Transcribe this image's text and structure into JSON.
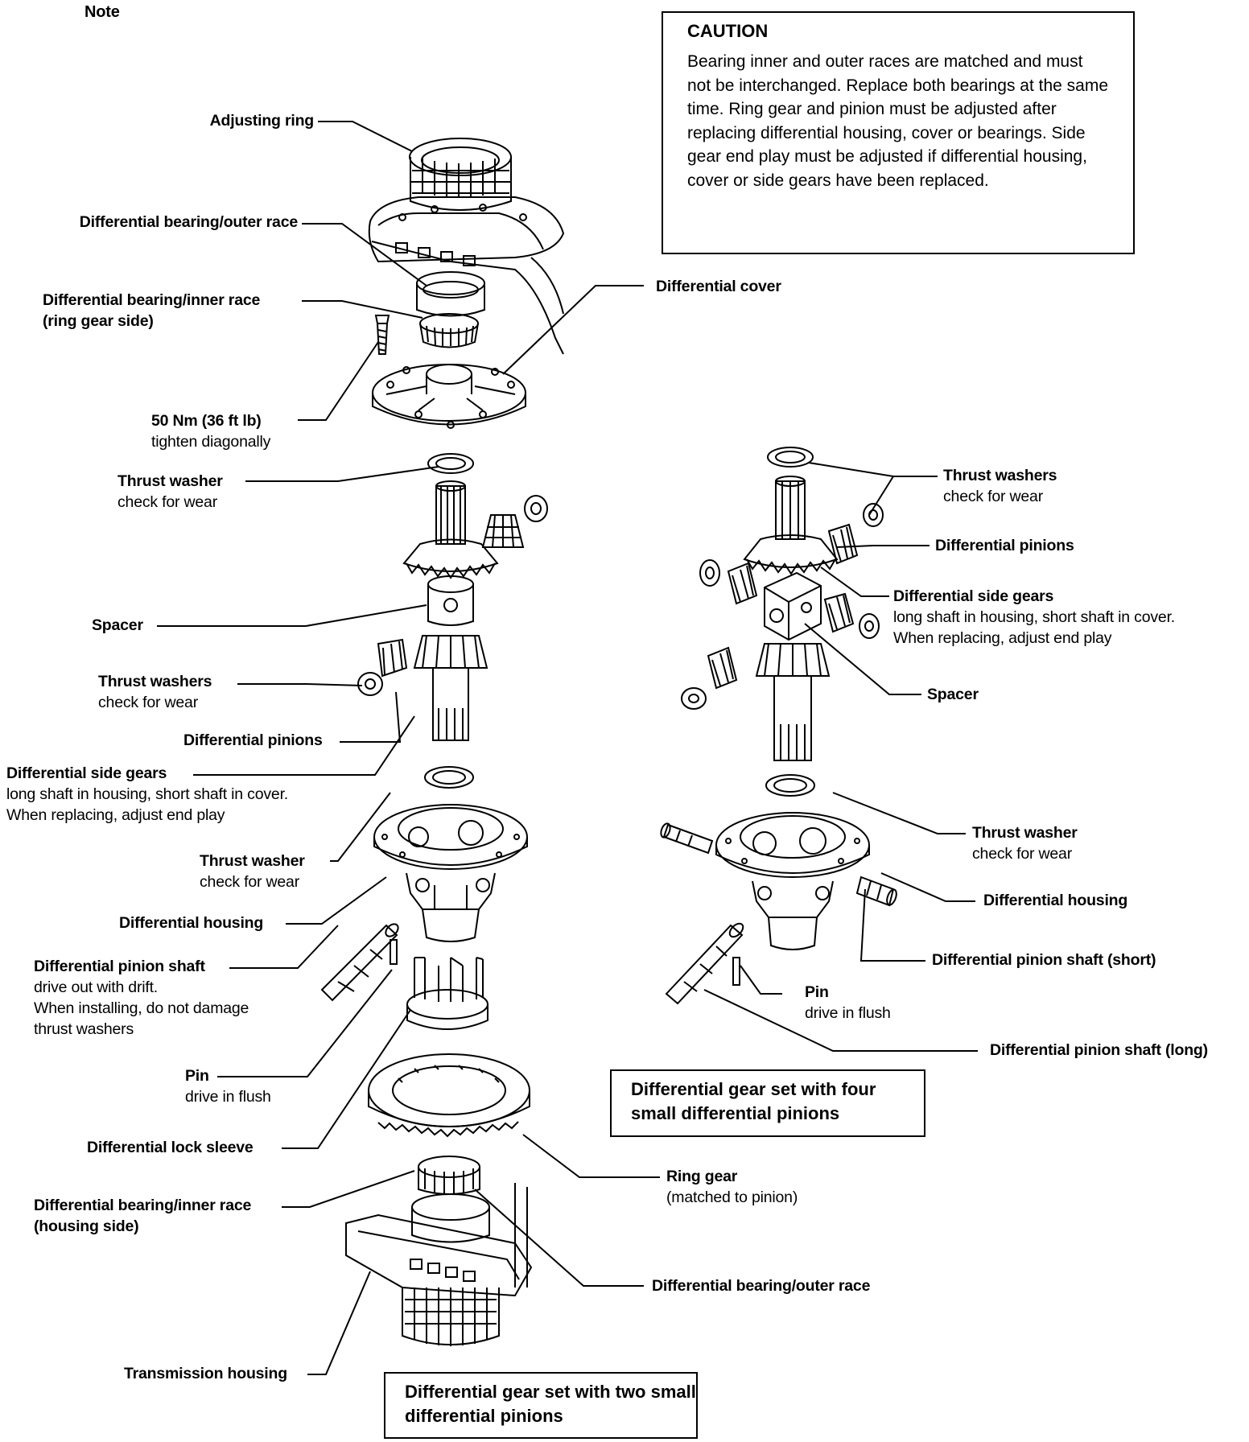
{
  "note": "Note",
  "caution": {
    "title": "CAUTION",
    "body": "Bearing inner and outer races are matched and must not be interchanged. Replace both bearings at the same time. Ring gear and pinion must be adjusted after replacing differential housing, cover or bearings. Side gear end play must be adjusted if differential housing, cover or side gears have been replaced."
  },
  "left_labels": {
    "adjusting_ring": "Adjusting ring",
    "outer_race_top": "Differential bearing/outer race",
    "inner_race_top": "Differential bearing/inner race",
    "inner_race_top_sub": "(ring gear side)",
    "cover": "Differential cover",
    "torque": "50 Nm (36 ft lb)",
    "torque_sub": "tighten diagonally",
    "thrust_washer_top": "Thrust washer",
    "thrust_washer_top_sub": "check for wear",
    "spacer": "Spacer",
    "thrust_washers": "Thrust washers",
    "thrust_washers_sub": "check for wear",
    "pinions": "Differential pinions",
    "side_gears": "Differential side gears",
    "side_gears_sub1": "long shaft in housing, short shaft in cover.",
    "side_gears_sub2": "When replacing, adjust end play",
    "thrust_washer_low": "Thrust washer",
    "thrust_washer_low_sub": "check for wear",
    "housing": "Differential housing",
    "pinion_shaft": "Differential pinion shaft",
    "pinion_shaft_sub1": "drive out with drift.",
    "pinion_shaft_sub2": "When installing, do not damage",
    "pinion_shaft_sub3": "thrust washers",
    "pin": "Pin",
    "pin_sub": "drive in flush",
    "lock_sleeve": "Differential lock sleeve",
    "inner_race_bottom": "Differential bearing/inner race",
    "inner_race_bottom_sub": "(housing side)",
    "ring_gear": "Ring gear",
    "ring_gear_sub": "(matched to pinion)",
    "outer_race_bottom": "Differential bearing/outer race",
    "trans_housing": "Transmission housing"
  },
  "right_labels": {
    "thrust_washers": "Thrust washers",
    "thrust_washers_sub": "check for wear",
    "pinions": "Differential pinions",
    "side_gears": "Differential side gears",
    "side_gears_sub1": "long shaft in housing, short shaft in cover.",
    "side_gears_sub2": "When replacing, adjust end play",
    "spacer": "Spacer",
    "thrust_washer": "Thrust washer",
    "thrust_washer_sub": "check for wear",
    "housing": "Differential housing",
    "shaft_short": "Differential pinion shaft (short)",
    "pin": "Pin",
    "pin_sub": "drive in flush",
    "shaft_long": "Differential pinion shaft (long)"
  },
  "captions": {
    "two_pinions": "Differential gear set with two small differential pinions",
    "four_pinions": "Differential gear set with four small differential pinions"
  },
  "colors": {
    "ink": "#000000",
    "paper": "#ffffff"
  }
}
